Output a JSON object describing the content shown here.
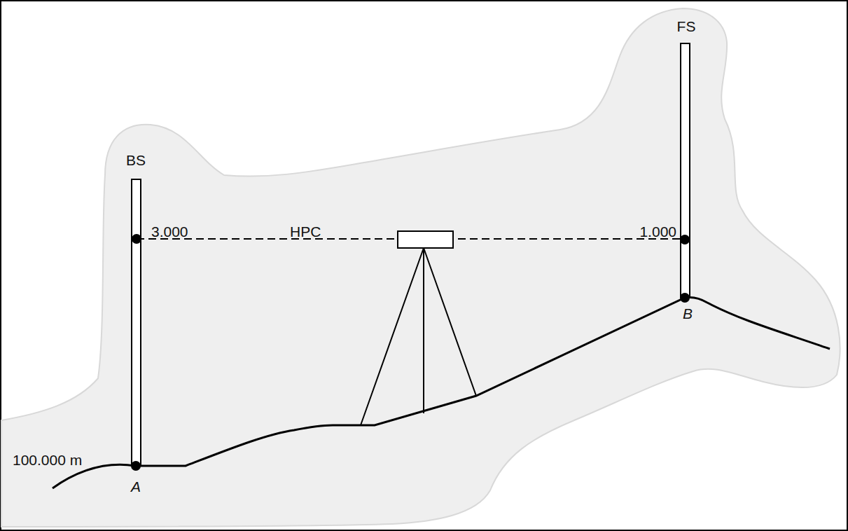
{
  "diagram": {
    "labels": [
      "BS",
      "FS",
      "3.000",
      "HPC",
      "1.000",
      "100.000 m",
      "A",
      "B"
    ]
  }
}
